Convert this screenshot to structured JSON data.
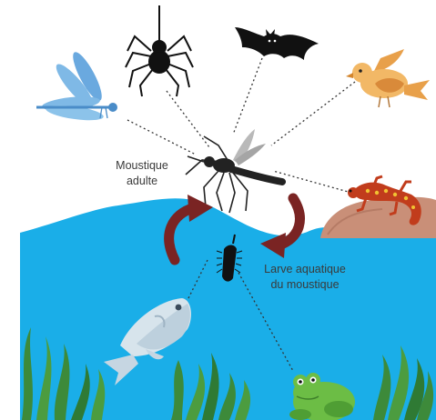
{
  "labels": {
    "adult_line1": "Moustique",
    "adult_line2": "adulte",
    "larva_line1": "Larve aquatique",
    "larva_line2": "du moustique"
  },
  "icons": {
    "center": "mosquito-icon",
    "larva": "mosquito-larva-icon",
    "predators": [
      "dragonfly-icon",
      "spider-icon",
      "bat-icon",
      "bird-icon",
      "salamander-icon",
      "fish-icon",
      "frog-icon"
    ]
  },
  "colors": {
    "water": "#1aaee8",
    "arrows": "#7a2423",
    "seaweed": "#3d8a3a",
    "rock": "#c98f78"
  }
}
